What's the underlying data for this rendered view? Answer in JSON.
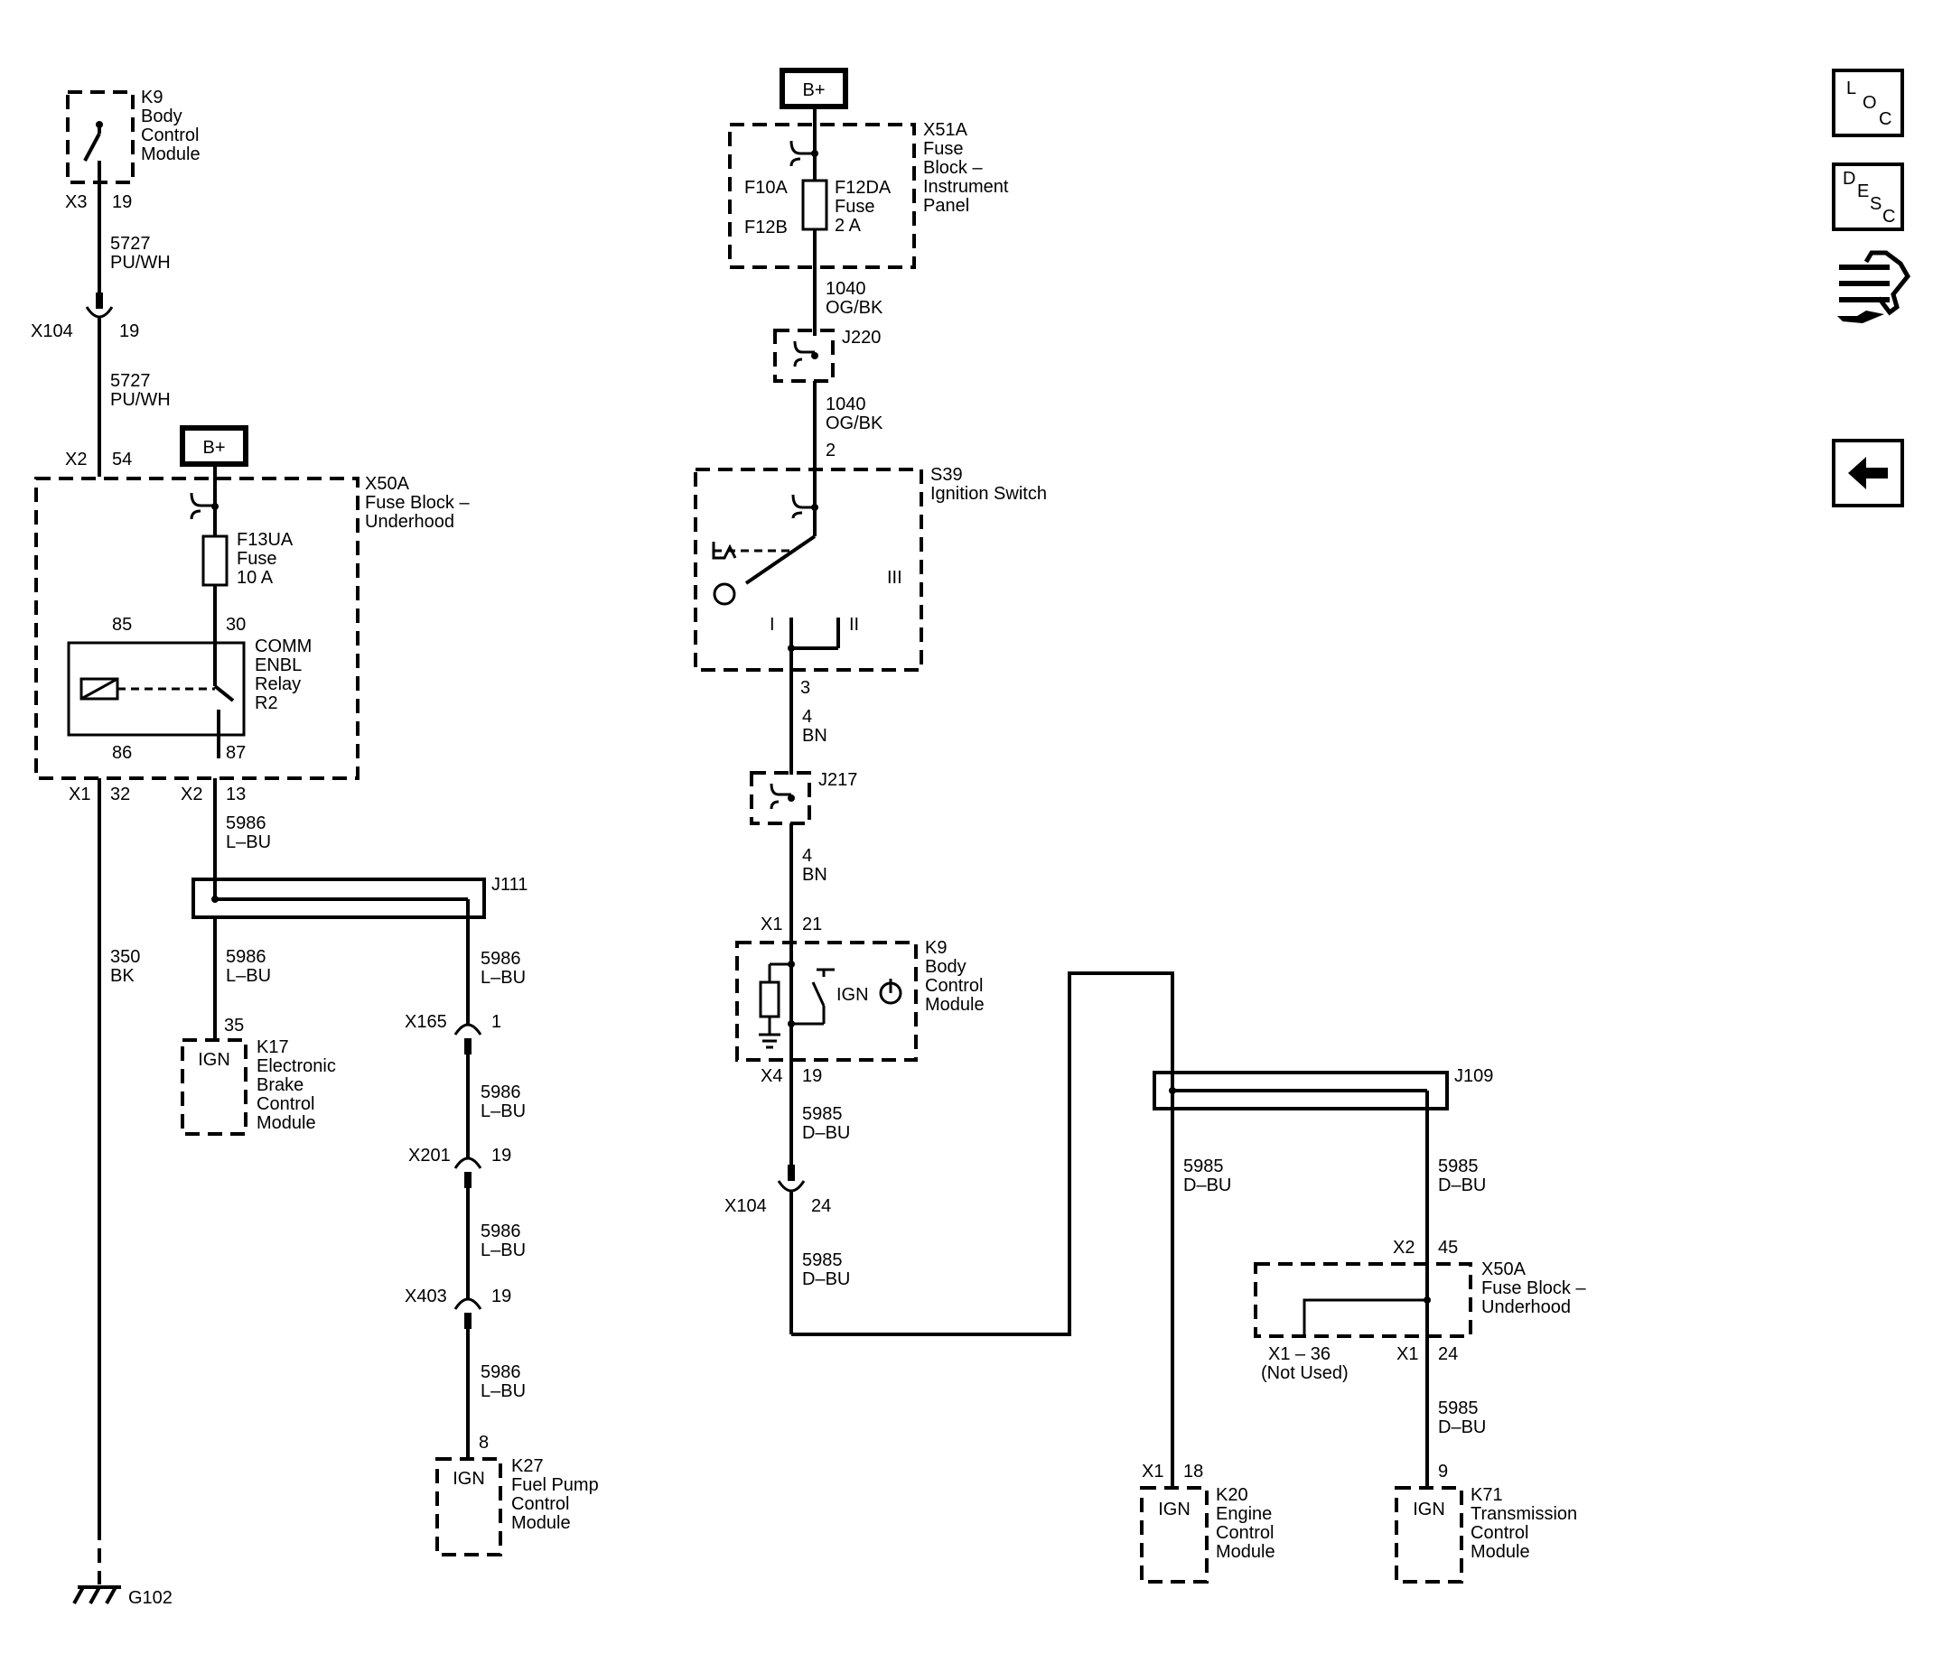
{
  "battery_label": "B+",
  "top_left": {
    "k9": {
      "id": "K9",
      "line1": "Body",
      "line2": "Control",
      "line3": "Module"
    },
    "x3": "X3",
    "x3_pin": "19",
    "w5727a": "5727",
    "c5727a": "PU/WH",
    "x104": "X104",
    "x104_pin": "19",
    "w5727b": "5727",
    "c5727b": "PU/WH",
    "x2": "X2",
    "x2_pin": "54"
  },
  "x50a_left": {
    "id": "X50A",
    "line1": "Fuse Block –",
    "line2": "Underhood",
    "fuse_id": "F13UA",
    "fuse_label": "Fuse",
    "fuse_rating": "10 A",
    "pin85": "85",
    "pin30": "30",
    "pin86": "86",
    "pin87": "87",
    "relay1": "COMM",
    "relay2": "ENBL",
    "relay3": "Relay",
    "relay4": "R2",
    "x1": "X1",
    "x1_pin": "32",
    "x2": "X2",
    "x2_pin": "13"
  },
  "left_circuits": {
    "w5986a": "5986",
    "c5986a": "L–BU",
    "j111": "J111",
    "w350": "350",
    "c350": "BK",
    "w5986b": "5986",
    "c5986b": "L–BU",
    "w5986c": "5986",
    "c5986c": "L–BU",
    "k17_pin": "35",
    "k17_ign": "IGN",
    "k17": {
      "id": "K17",
      "line1": "Electronic",
      "line2": "Brake",
      "line3": "Control",
      "line4": "Module"
    },
    "x165": "X165",
    "x165_pin": "1",
    "w5986d": "5986",
    "c5986d": "L–BU",
    "x201": "X201",
    "x201_pin": "19",
    "w5986e": "5986",
    "c5986e": "L–BU",
    "x403": "X403",
    "x403_pin": "19",
    "w5986f": "5986",
    "c5986f": "L–BU",
    "k27_pin": "8",
    "k27_ign": "IGN",
    "k27": {
      "id": "K27",
      "line1": "Fuel Pump",
      "line2": "Control",
      "line3": "Module"
    },
    "g102": "G102"
  },
  "center": {
    "x51a": {
      "id": "X51A",
      "line1": "Fuse",
      "line2": "Block –",
      "line3": "Instrument",
      "line4": "Panel"
    },
    "f10a": "F10A",
    "f12b": "F12B",
    "fuse_id": "F12DA",
    "fuse_label": "Fuse",
    "fuse_rating": "2 A",
    "w1040a": "1040",
    "c1040a": "OG/BK",
    "j220": "J220",
    "w1040b": "1040",
    "c1040b": "OG/BK",
    "s39_pin2": "2",
    "s39": {
      "id": "S39",
      "line1": "Ignition Switch"
    },
    "pos_i": "I",
    "pos_ii": "II",
    "pos_iii": "III",
    "s39_pin3": "3",
    "w4a": "4",
    "c4a": "BN",
    "j217": "J217",
    "w4b": "4",
    "c4b": "BN",
    "x1": "X1",
    "x1_pin": "21",
    "k9": {
      "id": "K9",
      "line1": "Body",
      "line2": "Control",
      "line3": "Module"
    },
    "k9_ign": "IGN",
    "x4": "X4",
    "x4_pin": "19",
    "w5985a": "5985",
    "c5985a": "D–BU",
    "x104": "X104",
    "x104_pin": "24",
    "w5985b": "5985",
    "c5985b": "D–BU"
  },
  "right": {
    "j109": "J109",
    "w5985c": "5985",
    "c5985c": "D–BU",
    "w5985d": "5985",
    "c5985d": "D–BU",
    "x2": "X2",
    "x2_pin": "45",
    "x50a": {
      "id": "X50A",
      "line1": "Fuse Block –",
      "line2": "Underhood"
    },
    "x1_36": "X1 – 36",
    "not_used": "(Not Used)",
    "x1": "X1",
    "x1_pin": "24",
    "w5985e": "5985",
    "c5985e": "D–BU",
    "k20_conn": "X1",
    "k20_pin": "18",
    "k20_ign": "IGN",
    "k20": {
      "id": "K20",
      "line1": "Engine",
      "line2": "Control",
      "line3": "Module"
    },
    "k71_pin": "9",
    "k71_ign": "IGN",
    "k71": {
      "id": "K71",
      "line1": "Transmission",
      "line2": "Control",
      "line3": "Module"
    }
  },
  "nav": {
    "loc": {
      "a": "L",
      "b": "O",
      "c": "C"
    },
    "desc": {
      "a": "D",
      "b": "E",
      "c": "S",
      "d": "C"
    }
  }
}
